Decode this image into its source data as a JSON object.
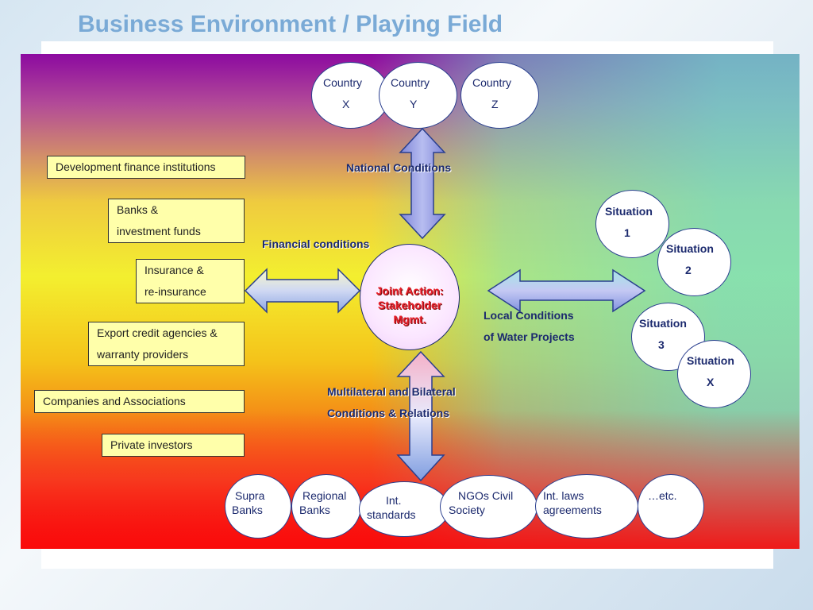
{
  "title": "Business Environment / Playing Field",
  "center": {
    "lines": [
      "Joint Action:",
      "Stakeholder",
      "Mgmt."
    ]
  },
  "countries": [
    {
      "name": "Country",
      "letter": "X"
    },
    {
      "name": "Country",
      "letter": "Y"
    },
    {
      "name": "Country",
      "letter": "Z"
    }
  ],
  "left_boxes": [
    {
      "lines": [
        "Development finance institutions"
      ]
    },
    {
      "lines": [
        "Banks &",
        "investment funds"
      ]
    },
    {
      "lines": [
        "Insurance &",
        "re-insurance"
      ]
    },
    {
      "lines": [
        "Export credit agencies &",
        "warranty providers"
      ]
    },
    {
      "lines": [
        "Companies and Associations"
      ]
    },
    {
      "lines": [
        "Private investors"
      ]
    }
  ],
  "situations": [
    {
      "name": "Situation",
      "id": "1"
    },
    {
      "name": "Situation",
      "id": "2"
    },
    {
      "name": "Situation",
      "id": "3"
    },
    {
      "name": "Situation",
      "id": "X"
    }
  ],
  "bottom_ovals": [
    {
      "lines": [
        "Supra",
        "Banks"
      ]
    },
    {
      "lines": [
        "Regional",
        "Banks"
      ]
    },
    {
      "lines": [
        "Int.",
        "standards"
      ]
    },
    {
      "lines": [
        "NGOs  Civil",
        "Society"
      ]
    },
    {
      "lines": [
        "Int. laws",
        "agreements"
      ]
    },
    {
      "lines": [
        "…etc."
      ]
    }
  ],
  "labels": {
    "national": "National Conditions",
    "financial": "Financial conditions",
    "local_1": "Local Conditions",
    "local_2": "of Water Projects",
    "multi_1": "Multilateral and Bilateral",
    "multi_2": "Conditions & Relations"
  },
  "colors": {
    "oval_border": "#2a3f8f",
    "box_fill": "#ffffaa",
    "center_text": "#e8202a",
    "label_text": "#1c2a6e"
  }
}
